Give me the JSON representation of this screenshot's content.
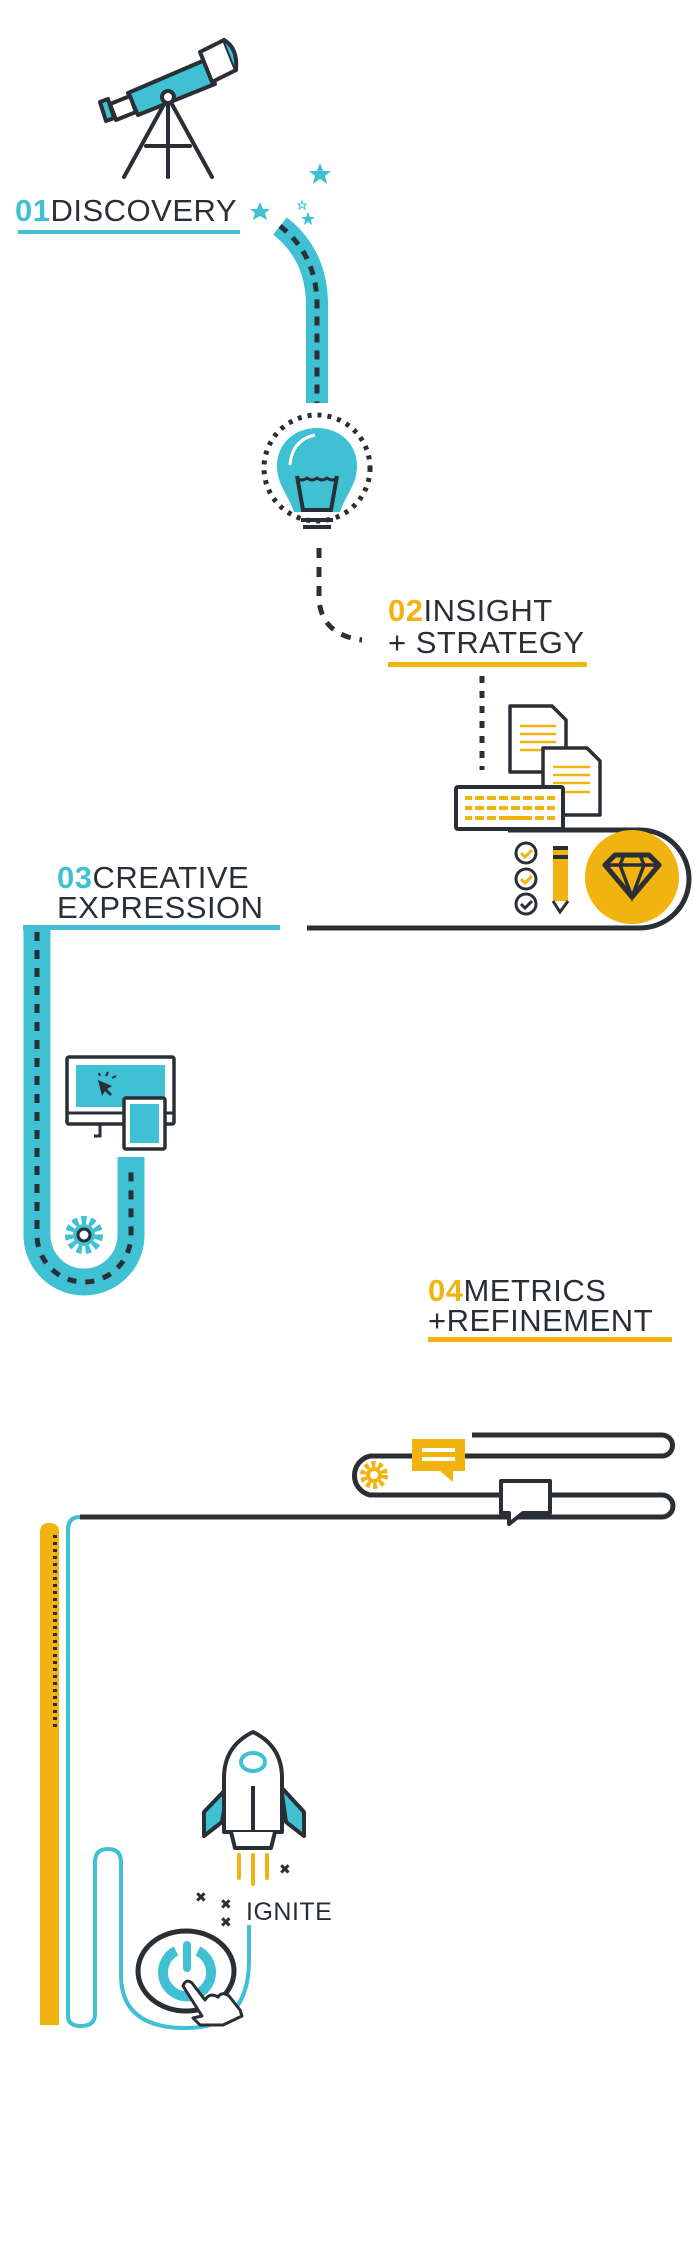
{
  "colors": {
    "blue": "#3fc1d3",
    "yellow": "#f0b310",
    "dark": "#2a2f35"
  },
  "steps": [
    {
      "number": "01",
      "title": "DISCOVERY",
      "icon": "telescope-icon"
    },
    {
      "number": "02",
      "title_line1": "INSIGHT",
      "title_line2": "+ STRATEGY",
      "icon": "lightbulb-icon"
    },
    {
      "number": "03",
      "title_line1": "CREATIVE",
      "title_line2": "EXPRESSION",
      "icon": "monitor-tablet-icon"
    },
    {
      "number": "04",
      "title_line1": "METRICS",
      "title_line2": "+REFINEMENT",
      "icon": "chat-bubbles-icon"
    }
  ],
  "finale": {
    "label": "IGNITE",
    "icons": [
      "rocket-icon",
      "power-button-icon"
    ]
  }
}
